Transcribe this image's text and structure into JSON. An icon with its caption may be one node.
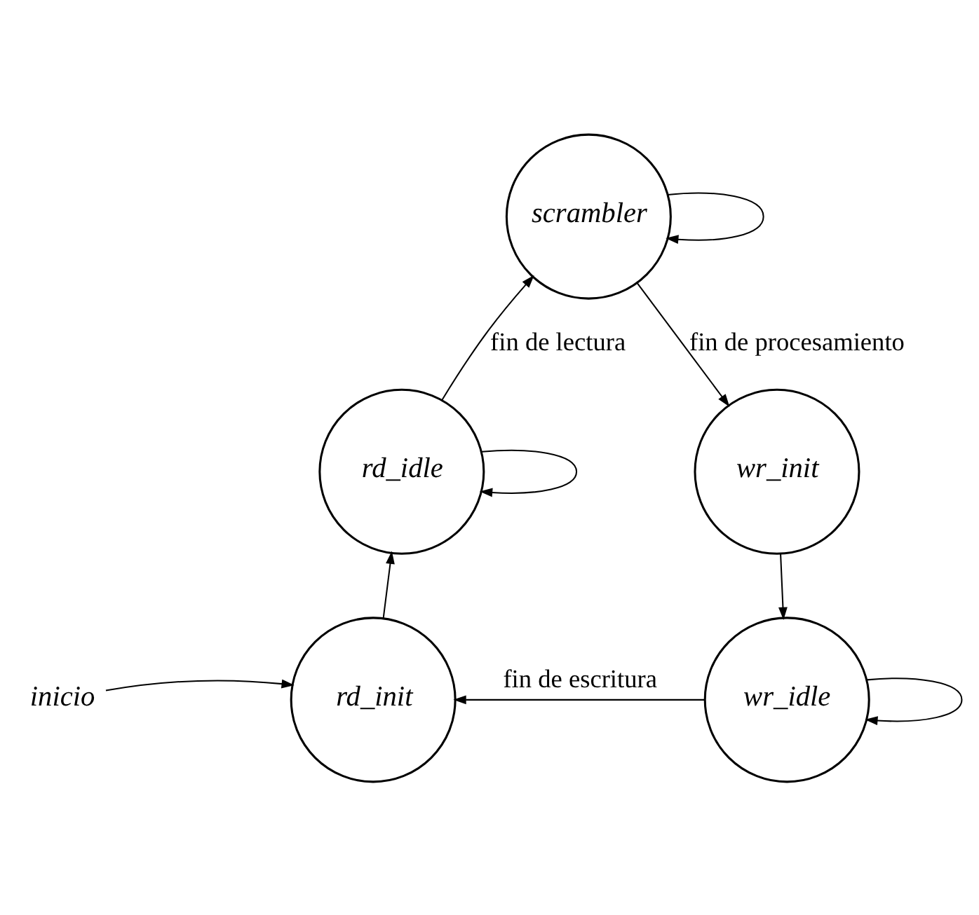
{
  "diagram": {
    "nodes": [
      {
        "text": [
          "scrambler"
        ]
      },
      {
        "text": [
          "wr_init"
        ]
      },
      {
        "text": [
          "wr_idle"
        ]
      },
      {
        "text": [
          "rd_init"
        ]
      },
      {
        "text": [
          "rd_idle"
        ]
      },
      {
        "text": [
          "inicio"
        ]
      }
    ],
    "edges": [
      {
        "from": 0,
        "to": 0,
        "arrow": "to"
      },
      {
        "from": 0,
        "to": 1,
        "arrow": "to",
        "label": "fin de procesamiento"
      },
      {
        "from": 1,
        "to": 2,
        "arrow": "to"
      },
      {
        "from": 2,
        "to": 2,
        "arrow": "to"
      },
      {
        "from": 2,
        "to": 3,
        "arrow": "to",
        "label": "fin de escritura"
      },
      {
        "from": 5,
        "to": 3,
        "arrow": "to"
      },
      {
        "from": 3,
        "to": 4,
        "arrow": "to"
      },
      {
        "from": 4,
        "to": 4,
        "arrow": "to"
      },
      {
        "from": 4,
        "to": 0,
        "arrow": "to",
        "label": "fin de lectura"
      }
    ]
  }
}
